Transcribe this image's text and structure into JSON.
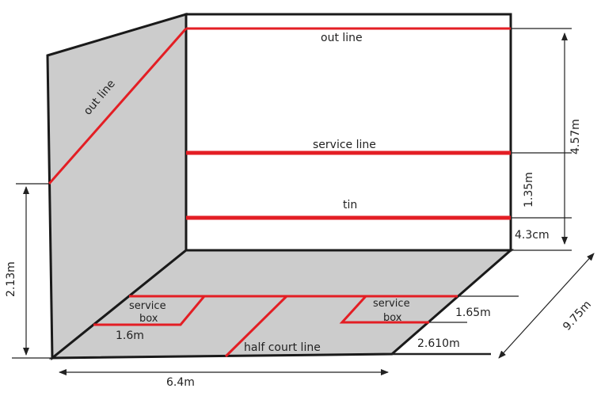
{
  "title": "Squash court dimensions",
  "colors": {
    "wall": "#cccccc",
    "line": "#e31e24",
    "outline": "#1a1a1a"
  },
  "labels": {
    "front_out_line": "out line",
    "side_out_line": "out line",
    "service_line": "service line",
    "tin": "tin",
    "service_box_left_1": "service",
    "service_box_left_2": "box",
    "service_box_right_1": "service",
    "service_box_right_2": "box",
    "half_court_line": "half court line"
  },
  "dimensions": {
    "front_wall_height": "4.57m",
    "service_line_height": "1.35m",
    "tin_height": "4.3cm",
    "back_wall_height": "2.13m",
    "court_width": "6.4m",
    "court_length": "9.75m",
    "service_box_width": "1.6m",
    "service_box_depth": "1.65m",
    "short_line_to_back": "2.610m"
  }
}
